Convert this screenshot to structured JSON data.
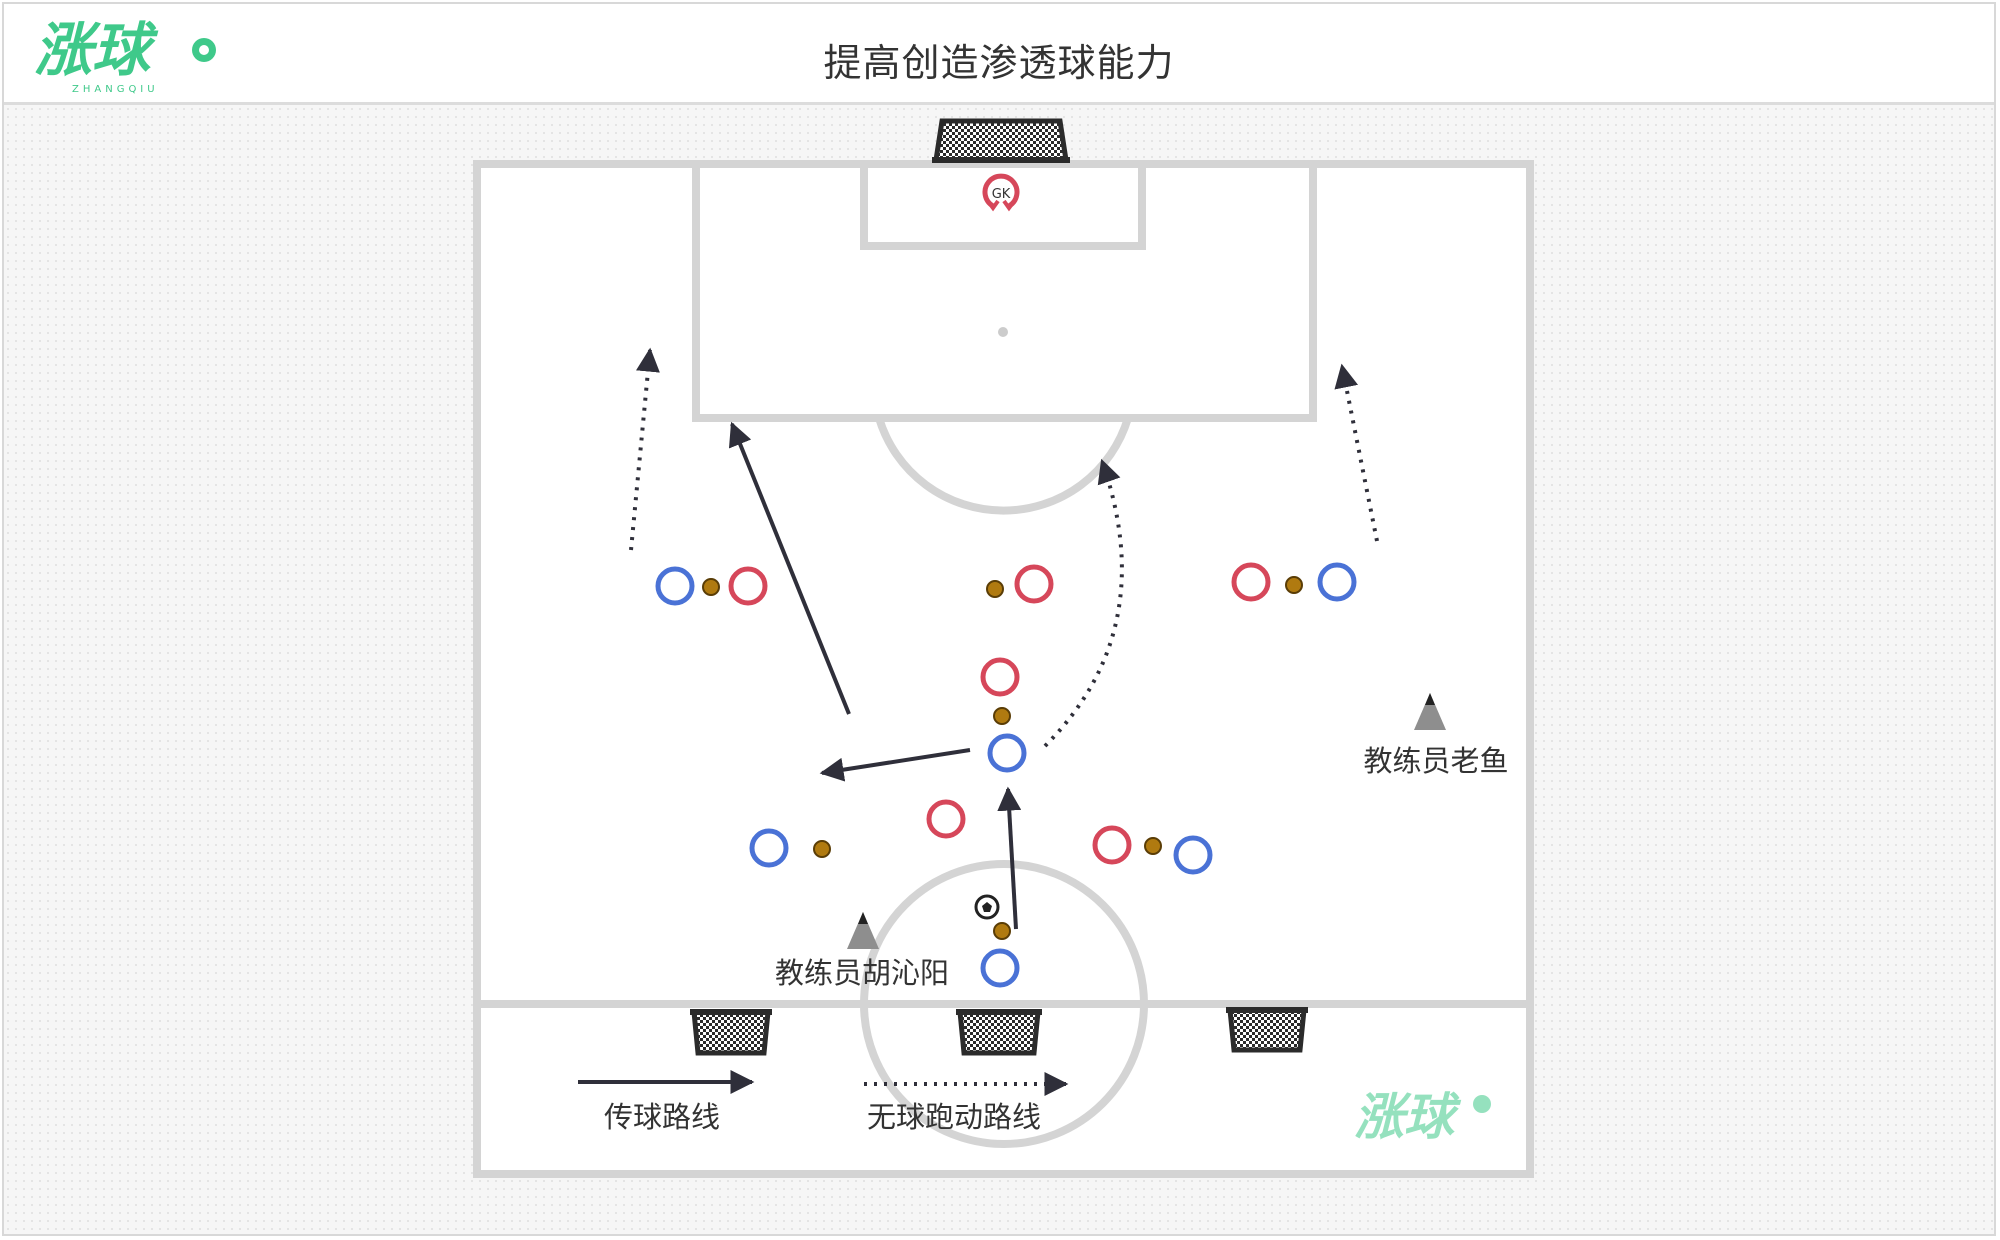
{
  "header": {
    "logo_text": "涨球",
    "logo_subtext": "ZHANGQIU",
    "title": "提高创造渗透球能力"
  },
  "pitch": {
    "goalkeeper_label": "GK",
    "coach_labels": [
      "教练员老鱼",
      "教练员胡沁阳"
    ]
  },
  "legend": {
    "pass_label": "传球路线",
    "run_label": "无球跑动路线"
  },
  "watermark": {
    "text": "涨球"
  },
  "colors": {
    "red_team": "#d6475a",
    "blue_team": "#4a72d6",
    "marker": "#b07a10",
    "lines": "#d4d4d4",
    "arrows": "#2f2f3a",
    "brand": "#3fc98a"
  },
  "icons": [
    "soccer-ball-icon",
    "cone-icon",
    "goal-net-icon"
  ]
}
